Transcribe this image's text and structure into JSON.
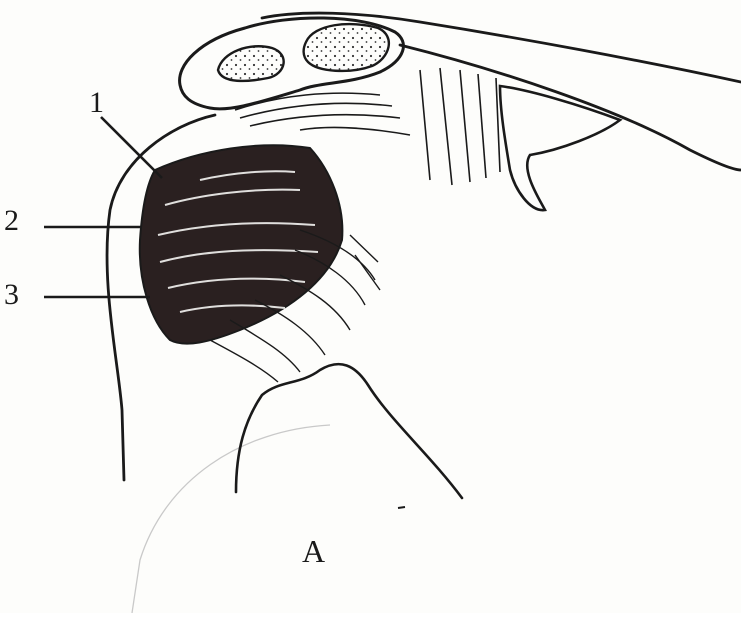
{
  "figure": {
    "panel_label": "A",
    "callouts": [
      {
        "number": "1"
      },
      {
        "number": "2"
      },
      {
        "number": "3"
      }
    ]
  },
  "colors": {
    "ink": "#1a1a1a",
    "paper": "#fdfdfb",
    "dark_fill": "#2a2020"
  }
}
